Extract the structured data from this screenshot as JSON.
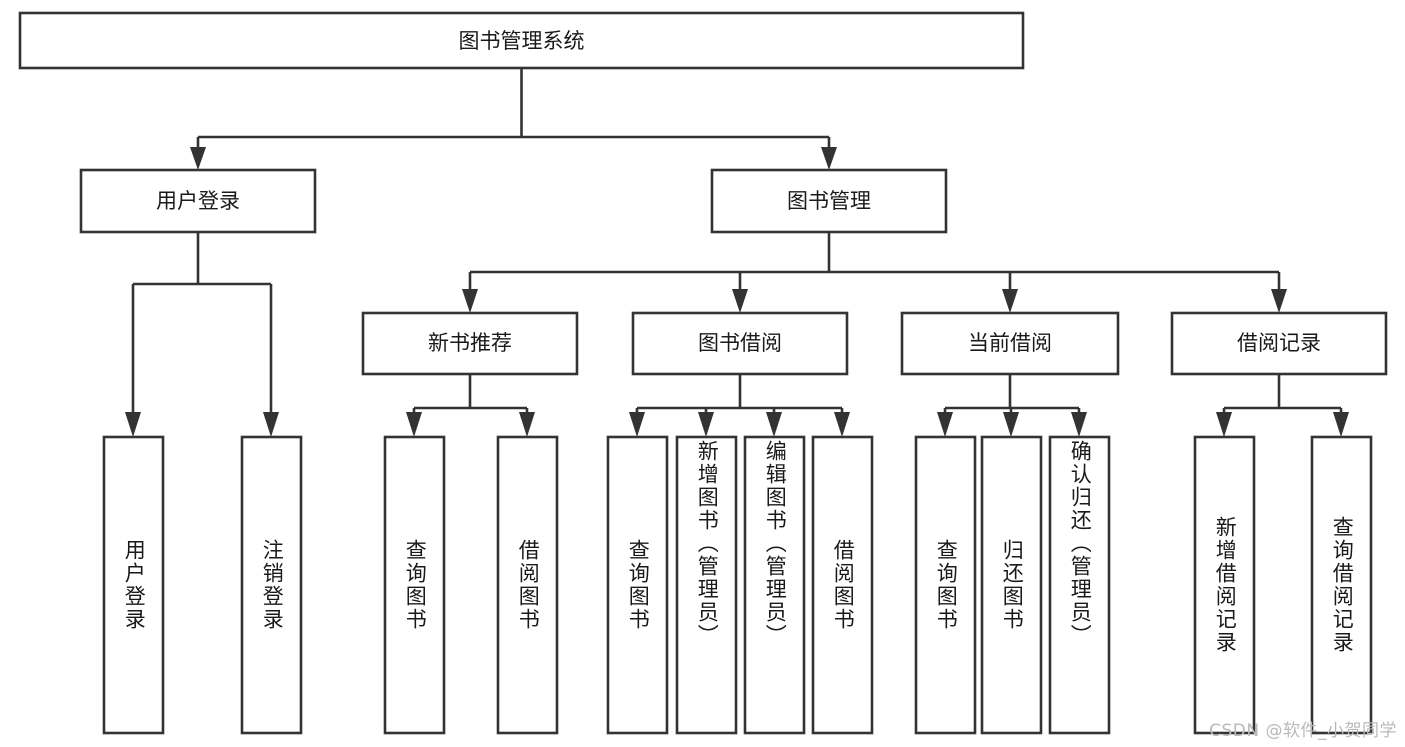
{
  "diagram": {
    "type": "tree",
    "title": "图书管理系统",
    "root": {
      "id": "root",
      "label": "图书管理系统",
      "orientation": "horizontal"
    },
    "level2": [
      {
        "id": "user-login",
        "label": "用户登录",
        "orientation": "horizontal"
      },
      {
        "id": "book-manage",
        "label": "图书管理",
        "orientation": "horizontal"
      }
    ],
    "level3": [
      {
        "id": "new-book-recommend",
        "label": "新书推荐",
        "orientation": "horizontal",
        "parent": "book-manage"
      },
      {
        "id": "book-borrow",
        "label": "图书借阅",
        "orientation": "horizontal",
        "parent": "book-manage"
      },
      {
        "id": "current-borrow",
        "label": "当前借阅",
        "orientation": "horizontal",
        "parent": "book-manage"
      },
      {
        "id": "borrow-record",
        "label": "借阅记录",
        "orientation": "horizontal",
        "parent": "book-manage"
      }
    ],
    "leaves": [
      {
        "id": "leaf-user-login",
        "label": "用户登录",
        "orientation": "vertical",
        "parent": "user-login"
      },
      {
        "id": "leaf-user-logout",
        "label": "注销登录",
        "orientation": "vertical",
        "parent": "user-login"
      },
      {
        "id": "leaf-query-book-1",
        "label": "查询图书",
        "orientation": "vertical",
        "parent": "new-book-recommend"
      },
      {
        "id": "leaf-borrow-book-1",
        "label": "借阅图书",
        "orientation": "vertical",
        "parent": "new-book-recommend"
      },
      {
        "id": "leaf-query-book-2",
        "label": "查询图书",
        "orientation": "vertical",
        "parent": "book-borrow"
      },
      {
        "id": "leaf-add-book",
        "label": "新增图书（管理员）",
        "orientation": "vertical",
        "parent": "book-borrow"
      },
      {
        "id": "leaf-edit-book",
        "label": "编辑图书（管理员）",
        "orientation": "vertical",
        "parent": "book-borrow"
      },
      {
        "id": "leaf-borrow-book-2",
        "label": "借阅图书",
        "orientation": "vertical",
        "parent": "book-borrow"
      },
      {
        "id": "leaf-query-book-3",
        "label": "查询图书",
        "orientation": "vertical",
        "parent": "current-borrow"
      },
      {
        "id": "leaf-return-book",
        "label": "归还图书",
        "orientation": "vertical",
        "parent": "current-borrow"
      },
      {
        "id": "leaf-confirm-return",
        "label": "确认归还（管理员）",
        "orientation": "vertical",
        "parent": "current-borrow"
      },
      {
        "id": "leaf-add-record",
        "label": "新增借阅记录",
        "orientation": "vertical",
        "parent": "borrow-record"
      },
      {
        "id": "leaf-query-record",
        "label": "查询借阅记录",
        "orientation": "vertical",
        "parent": "borrow-record"
      }
    ]
  },
  "watermark": {
    "text": "CSDN @软件_小贺同学"
  },
  "colors": {
    "background": "#ffffff",
    "box_fill": "#ffffff",
    "box_stroke": "#333333",
    "text": "#1a1a1a",
    "watermark": "#b9b9b9"
  }
}
